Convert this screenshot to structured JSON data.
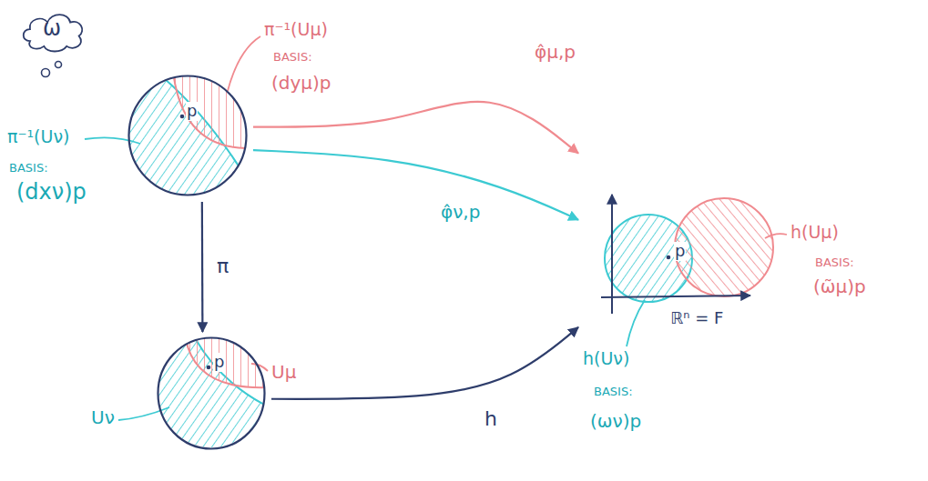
{
  "diagram": {
    "nodes": [
      {
        "text": [
          "ω"
        ]
      },
      {
        "text": [
          "p"
        ]
      },
      {
        "text": [
          "p"
        ]
      },
      {
        "text": [
          "p",
          "ℝⁿ = F"
        ]
      }
    ],
    "edges": [
      {
        "from": 1,
        "to": 2,
        "arrow": "to",
        "label": "π"
      },
      {
        "from": 2,
        "to": 3,
        "arrow": "to",
        "label": "h"
      },
      {
        "from": 1,
        "to": 3,
        "arrow": "to",
        "label": "φ̂μ,p"
      },
      {
        "from": 1,
        "to": 3,
        "arrow": "to",
        "label": "φ̂ν,p"
      }
    ],
    "labels": [
      "π⁻¹(Uμ)",
      "BASIS:",
      "(dyμ)p",
      "π⁻¹(Uν)",
      "BASIS:",
      "(dxν)p",
      "Uμ",
      "Uν",
      "h(Uμ)",
      "BASIS:",
      "(ω̃μ)p",
      "h(Uν)",
      "BASIS:",
      "(ων)p"
    ]
  }
}
